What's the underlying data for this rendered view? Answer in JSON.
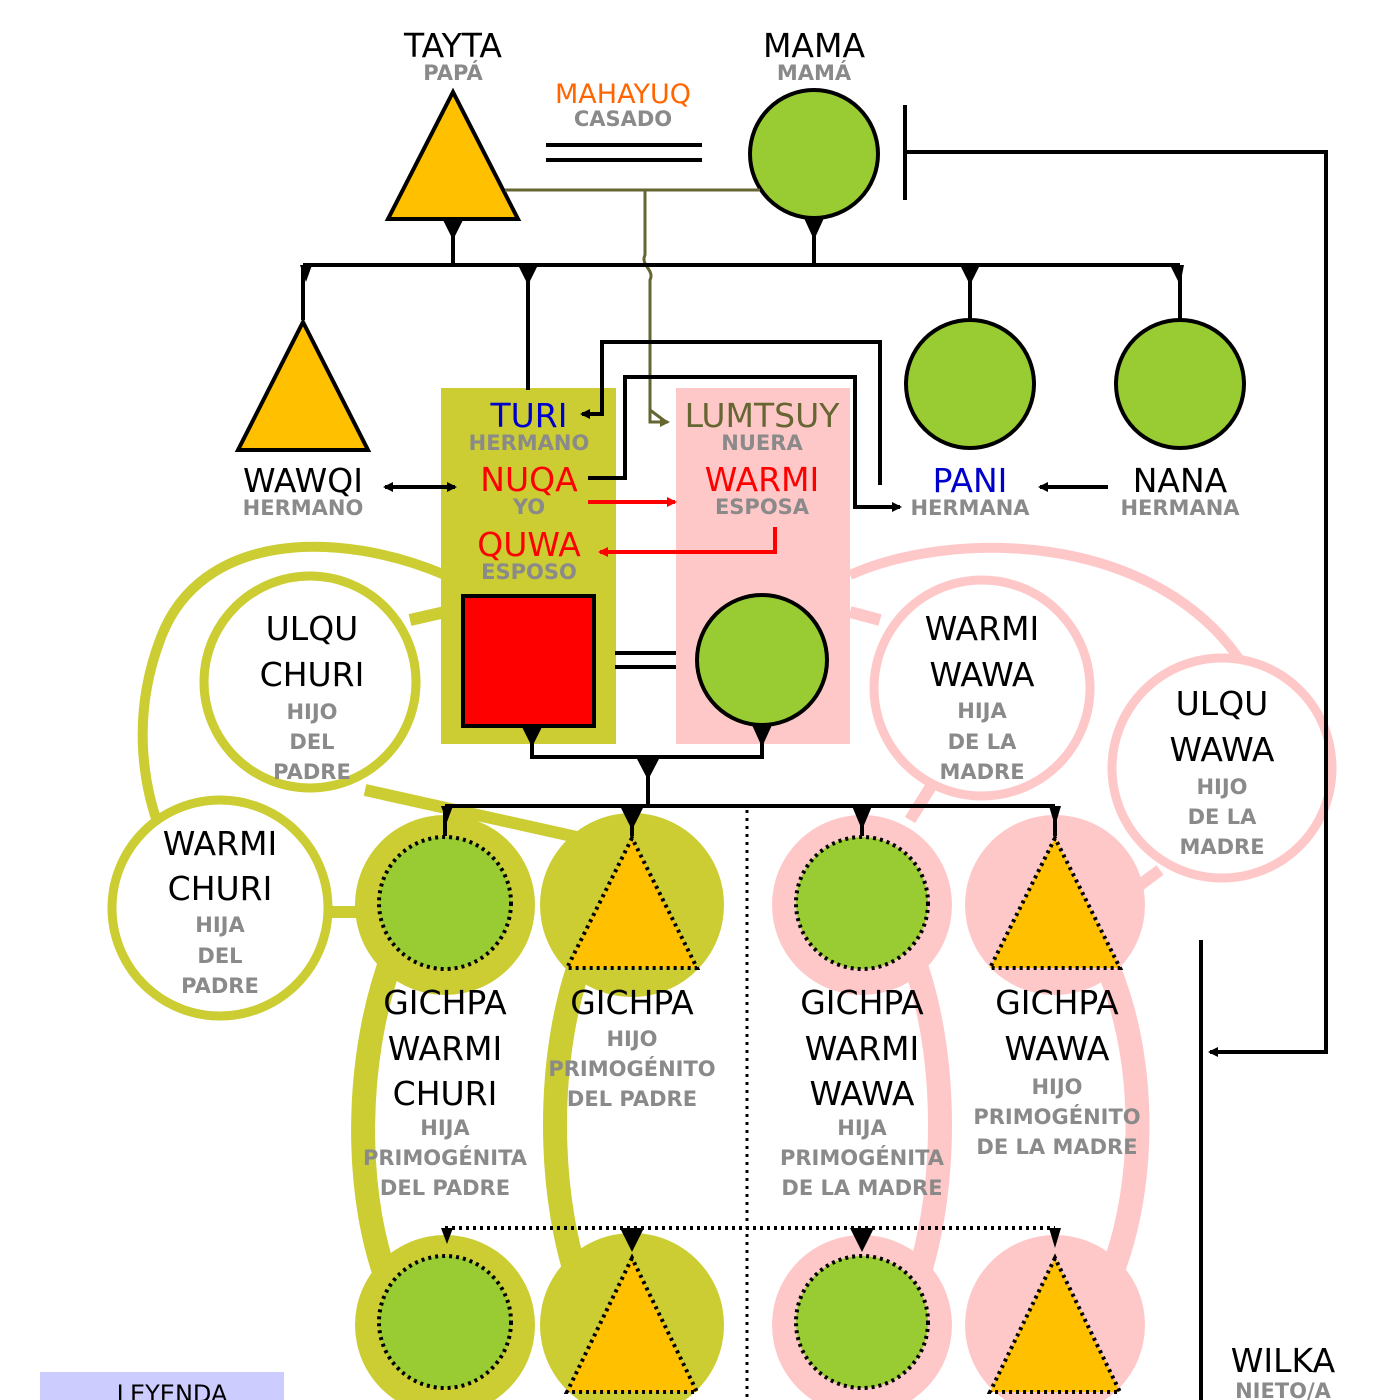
{
  "colors": {
    "male": "#ffc000",
    "female": "#99cc33",
    "self": "#ff0000",
    "fatherSide": "#cccc33",
    "motherSide": "#ffc8c8",
    "marriage": "#666633",
    "blue": "#0000cc",
    "red": "#ff0000",
    "orange": "#ff6600",
    "olive": "#666633",
    "gray": "#8a8a8a"
  },
  "nodes": {
    "tayta": {
      "name": "TAYTA",
      "gloss": "PAPÁ"
    },
    "mama": {
      "name": "MAMA",
      "gloss": "MAMÁ"
    },
    "mahayuq": {
      "name": "MAHAYUQ",
      "gloss": "CASADO"
    },
    "wawqi": {
      "name": "WAWQI",
      "gloss": "HERMANO"
    },
    "turi": {
      "name": "TURI",
      "gloss": "HERMANO"
    },
    "nuqa": {
      "name": "NUQA",
      "gloss": "YO"
    },
    "quwa": {
      "name": "QUWA",
      "gloss": "ESPOSO"
    },
    "lumtsuy": {
      "name": "LUMTSUY",
      "gloss": "NUERA"
    },
    "warmi": {
      "name": "WARMI",
      "gloss": "ESPOSA"
    },
    "pani": {
      "name": "PANI",
      "gloss": "HERMANA"
    },
    "nana": {
      "name": "NANA",
      "gloss": "HERMANA"
    },
    "ulqu_churi": {
      "name1": "ULQU",
      "name2": "CHURI",
      "gloss1": "HIJO",
      "gloss2": "DEL",
      "gloss3": "PADRE"
    },
    "warmi_churi": {
      "name1": "WARMI",
      "name2": "CHURI",
      "gloss1": "HIJA",
      "gloss2": "DEL",
      "gloss3": "PADRE"
    },
    "warmi_wawa": {
      "name1": "WARMI",
      "name2": "WAWA",
      "gloss1": "HIJA",
      "gloss2": "DE LA",
      "gloss3": "MADRE"
    },
    "ulqu_wawa": {
      "name1": "ULQU",
      "name2": "WAWA",
      "gloss1": "HIJO",
      "gloss2": "DE LA",
      "gloss3": "MADRE"
    },
    "gichpa_warmi_churi": {
      "name1": "GICHPA",
      "name2": "WARMI",
      "name3": "CHURI",
      "gloss1": "HIJA",
      "gloss2": "PRIMOGÉNITA",
      "gloss3": "DEL PADRE"
    },
    "gichpa_hijo_padre": {
      "name1": "GICHPA",
      "gloss1": "HIJO",
      "gloss2": "PRIMOGÉNITO",
      "gloss3": "DEL PADRE"
    },
    "gichpa_warmi_wawa": {
      "name1": "GICHPA",
      "name2": "WARMI",
      "name3": "WAWA",
      "gloss1": "HIJA",
      "gloss2": "PRIMOGÉNITA",
      "gloss3": "DE LA MADRE"
    },
    "gichpa_wawa": {
      "name1": "GICHPA",
      "name2": "WAWA",
      "gloss1": "HIJO",
      "gloss2": "PRIMOGÉNITO",
      "gloss3": "DE LA MADRE"
    },
    "wilka": {
      "name": "WILKA",
      "gloss": "NIETO/A"
    }
  },
  "legend": {
    "title": "LEYENDA"
  }
}
